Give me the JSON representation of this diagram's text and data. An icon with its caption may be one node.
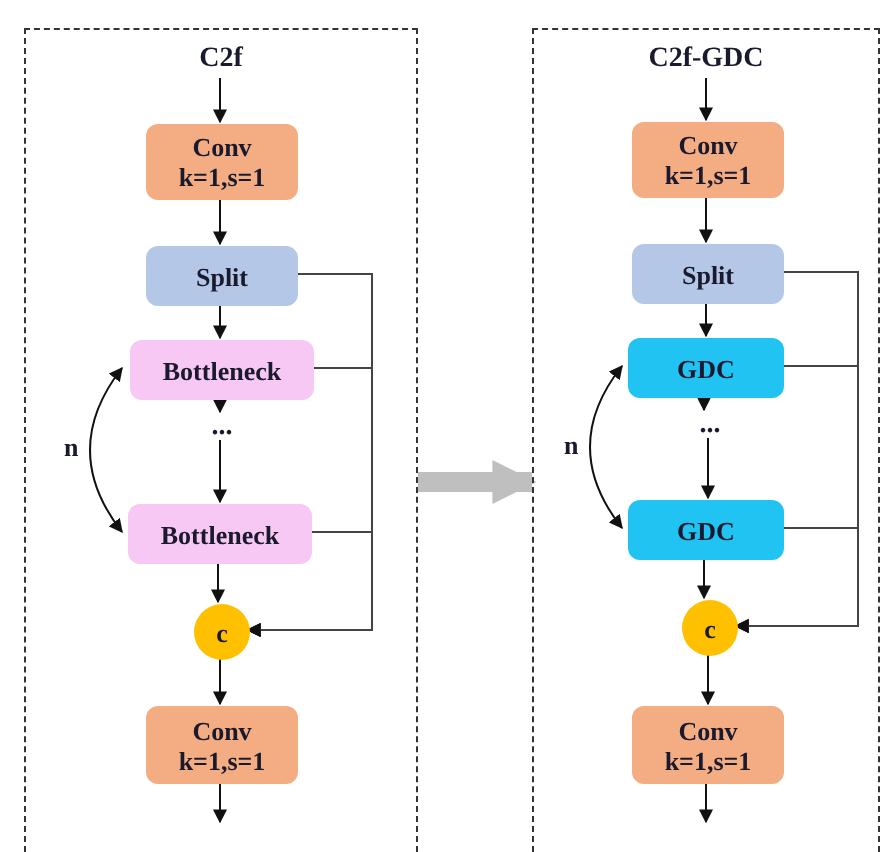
{
  "diagram": {
    "nodes": [
      {
        "text": [
          "C2f"
        ]
      },
      {
        "text": [
          "Conv k=1,s=1"
        ],
        "in": 0
      },
      {
        "text": [
          "Split"
        ],
        "in": 0
      },
      {
        "text": [
          "Bottleneck"
        ],
        "in": 0
      },
      {
        "text": [
          "..."
        ],
        "in": 0
      },
      {
        "text": [
          "Bottleneck"
        ],
        "in": 0
      },
      {
        "text": [
          "c"
        ],
        "in": 0
      },
      {
        "text": [
          "Conv k=1,s=1"
        ],
        "in": 0
      },
      {
        "text": [
          "C2f-GDC"
        ]
      },
      {
        "text": [
          "Conv k=1,s=1"
        ],
        "in": 8
      },
      {
        "text": [
          "Split"
        ],
        "in": 8
      },
      {
        "text": [
          "GDC"
        ],
        "in": 8
      },
      {
        "text": [
          "..."
        ],
        "in": 8
      },
      {
        "text": [
          "GDC"
        ],
        "in": 8
      },
      {
        "text": [
          "c"
        ],
        "in": 8
      },
      {
        "text": [
          "Conv k=1,s=1"
        ],
        "in": 8
      }
    ],
    "edges": [
      {
        "from": null,
        "to": 1,
        "arrow": "to"
      },
      {
        "from": 1,
        "to": 2,
        "arrow": "to"
      },
      {
        "from": 2,
        "to": 3,
        "arrow": "to"
      },
      {
        "from": 3,
        "to": 4,
        "arrow": "to"
      },
      {
        "from": 4,
        "to": 5,
        "arrow": "to"
      },
      {
        "from": 5,
        "to": 6,
        "arrow": "to"
      },
      {
        "from": 6,
        "to": 7,
        "arrow": "to"
      },
      {
        "from": 7,
        "to": null,
        "arrow": "to"
      },
      {
        "from": 2,
        "to": 6,
        "arrow": "to"
      },
      {
        "from": 3,
        "to": 6,
        "arrow": "to"
      },
      {
        "from": 5,
        "to": 6,
        "arrow": "to"
      },
      {
        "from": 3,
        "to": 5,
        "arrow": "both",
        "label": "n"
      },
      {
        "from": 0,
        "to": 8,
        "arrow": "to",
        "style": "thick",
        "color": "#bfbfbf"
      },
      {
        "from": null,
        "to": 9,
        "arrow": "to"
      },
      {
        "from": 9,
        "to": 10,
        "arrow": "to"
      },
      {
        "from": 10,
        "to": 11,
        "arrow": "to"
      },
      {
        "from": 11,
        "to": 12,
        "arrow": "to"
      },
      {
        "from": 12,
        "to": 13,
        "arrow": "to"
      },
      {
        "from": 13,
        "to": 14,
        "arrow": "to"
      },
      {
        "from": 14,
        "to": 15,
        "arrow": "to"
      },
      {
        "from": 15,
        "to": null,
        "arrow": "to"
      },
      {
        "from": 10,
        "to": 14,
        "arrow": "to"
      },
      {
        "from": 11,
        "to": 14,
        "arrow": "to"
      },
      {
        "from": 13,
        "to": 14,
        "arrow": "to"
      },
      {
        "from": 11,
        "to": 13,
        "arrow": "both",
        "label": "n"
      }
    ]
  }
}
